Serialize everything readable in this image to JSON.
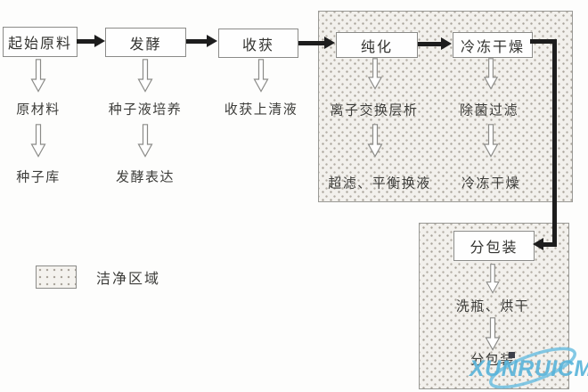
{
  "diagram": {
    "title_hint": "production process flowchart",
    "main_boxes": [
      {
        "id": "starting-material",
        "label": "起始原料"
      },
      {
        "id": "fermentation",
        "label": "发酵"
      },
      {
        "id": "harvest",
        "label": "收获"
      },
      {
        "id": "purification",
        "label": "纯化"
      },
      {
        "id": "freeze-drying",
        "label": "冷冻干燥"
      },
      {
        "id": "sub-packaging",
        "label": "分包装"
      }
    ],
    "step_labels": [
      {
        "id": "raw-material",
        "label": "原材料"
      },
      {
        "id": "seed-bank",
        "label": "种子库"
      },
      {
        "id": "seed-liquid-culture",
        "label": "种子液培养"
      },
      {
        "id": "fermentation-expression",
        "label": "发酵表达"
      },
      {
        "id": "harvest-supernatant",
        "label": "收获上清液"
      },
      {
        "id": "ion-exchange-chromatography",
        "label": "离子交换层析"
      },
      {
        "id": "ultrafiltration-buffer-exchange",
        "label": "超滤、平衡换液"
      },
      {
        "id": "sterile-filtration",
        "label": "除菌过滤"
      },
      {
        "id": "freeze-drying-step",
        "label": "冷冻干燥"
      },
      {
        "id": "bottle-wash-dry",
        "label": "洗瓶、烘干"
      },
      {
        "id": "sub-packaging-step",
        "label": "分包装"
      }
    ],
    "legend": {
      "label": "洁净区域"
    },
    "watermark": {
      "text": "XUNRUICMS"
    },
    "colors": {
      "clean_area_bg": "#f2f0ec",
      "clean_area_dot": "#a8a299",
      "box_border": "#8b8b88",
      "thick_arrow": "#1d1d1d",
      "text": "#3a3a3a",
      "watermark": "#58b4da"
    }
  }
}
